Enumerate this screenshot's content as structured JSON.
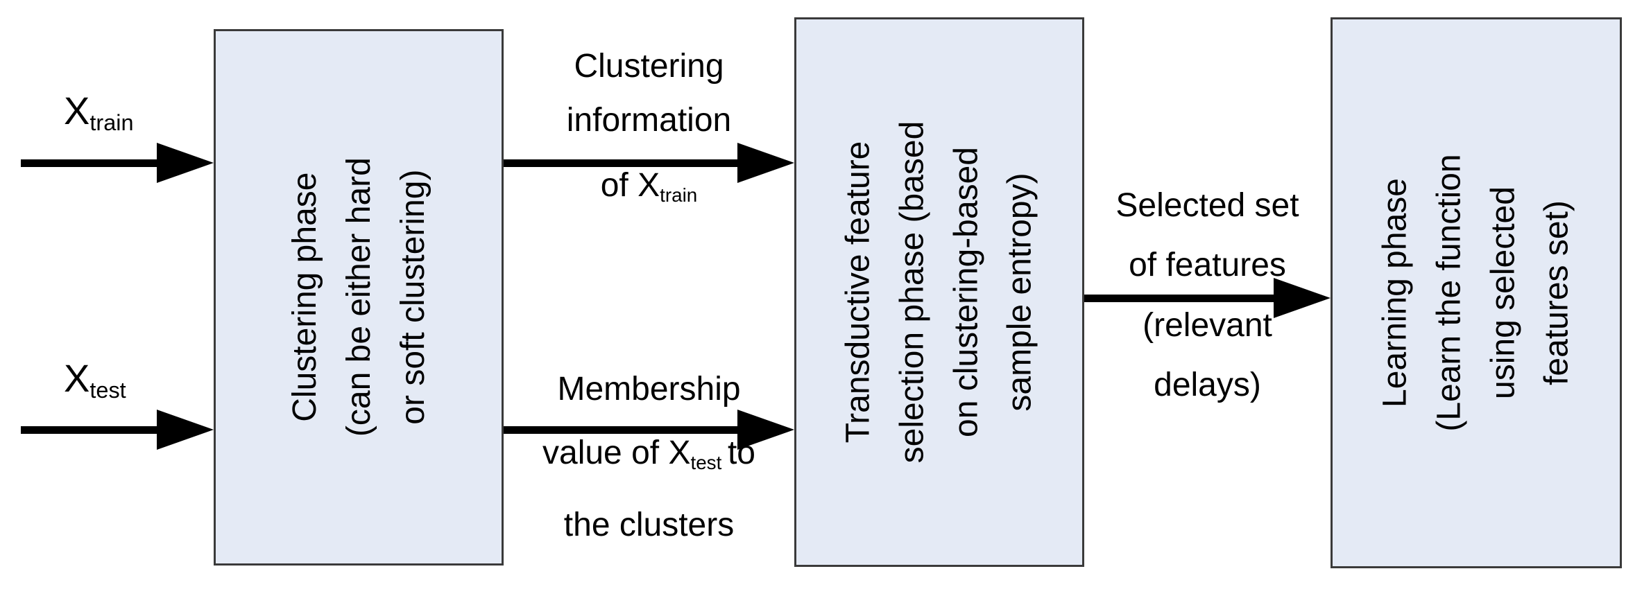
{
  "colors": {
    "background": "#ffffff",
    "box_fill": "#e4eaf5",
    "box_border": "#3a3a3a",
    "arrow_color": "#000000",
    "text_color": "#000000"
  },
  "inputs": [
    {
      "base": "X",
      "sub": "train"
    },
    {
      "base": "X",
      "sub": "test"
    }
  ],
  "boxes": [
    {
      "lines": [
        "Clustering phase",
        "(can be either hard",
        "or soft clustering)"
      ]
    },
    {
      "lines": [
        "Transductive feature",
        "selection phase (based",
        "on clustering-based",
        "sample entropy)"
      ]
    },
    {
      "lines": [
        "Learning phase",
        "(Learn the function",
        "using selected",
        "features set)"
      ]
    }
  ],
  "arrow_labels": {
    "train_info": {
      "line1": "Clustering",
      "line2": "information",
      "line3_pre": "of X",
      "line3_sub": "train"
    },
    "membership": {
      "line1": "Membership",
      "line2_pre": "value of X",
      "line2_sub": "test",
      "line2_post": "to",
      "line3": "the clusters"
    },
    "selected": {
      "line1": "Selected set",
      "line2": "of features",
      "line3": "(relevant",
      "line4": "delays)"
    }
  }
}
